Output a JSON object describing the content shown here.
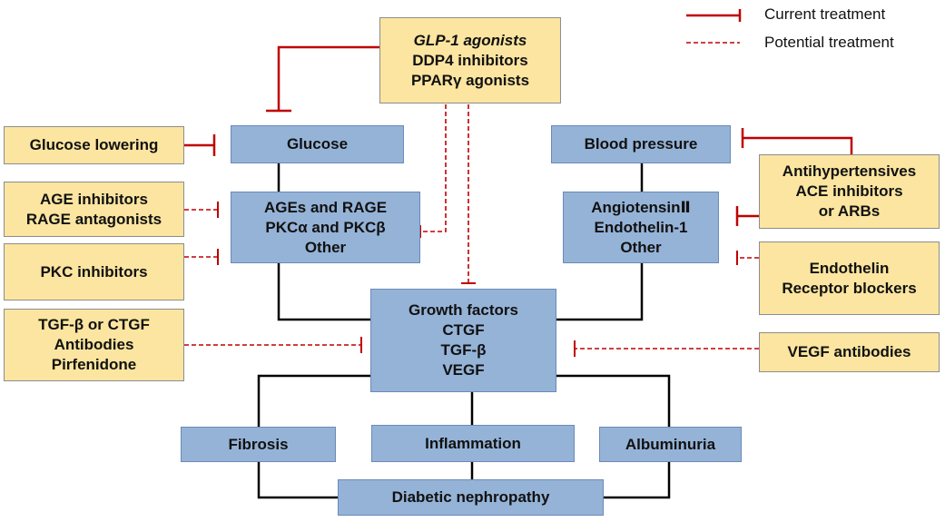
{
  "legend": {
    "current": "Current treatment",
    "potential": "Potential treatment"
  },
  "colors": {
    "pathway_box": "#95b3d7",
    "treatment_box": "#fbe5a0",
    "inhibition_line": "#c00000",
    "connector_line": "#000000"
  },
  "treatments": {
    "glp1": {
      "line1": "GLP-1 agonists",
      "line2": "DDP4 inhibitors",
      "line3": "PPARγ agonists"
    },
    "glucose_lowering": "Glucose lowering",
    "age_inhibitors": {
      "line1": "AGE inhibitors",
      "line2": "RAGE antagonists"
    },
    "pkc_inhibitors": "PKC inhibitors",
    "tgf_antibodies": {
      "line1": "TGF-β or CTGF",
      "line2": "Antibodies",
      "line3": "Pirfenidone"
    },
    "antihypertensives": {
      "line1": "Antihypertensives",
      "line2": "ACE inhibitors",
      "line3": "or ARBs"
    },
    "endothelin_blockers": {
      "line1": "Endothelin",
      "line2": "Receptor blockers"
    },
    "vegf_antibodies": "VEGF antibodies"
  },
  "pathway": {
    "glucose": "Glucose",
    "ages": {
      "line1": "AGEs and RAGE",
      "line2": "PKCα and PKCβ",
      "line3": "Other"
    },
    "blood_pressure": "Blood pressure",
    "angiotensin": {
      "line1": "AngiotensinⅡ",
      "line2": "Endothelin-1",
      "line3": "Other"
    },
    "growth_factors": {
      "line1": "Growth factors",
      "line2": "CTGF",
      "line3": "TGF-β",
      "line4": "VEGF"
    },
    "fibrosis": "Fibrosis",
    "inflammation": "Inflammation",
    "albuminuria": "Albuminuria",
    "diabetic_nephropathy": "Diabetic nephropathy"
  }
}
